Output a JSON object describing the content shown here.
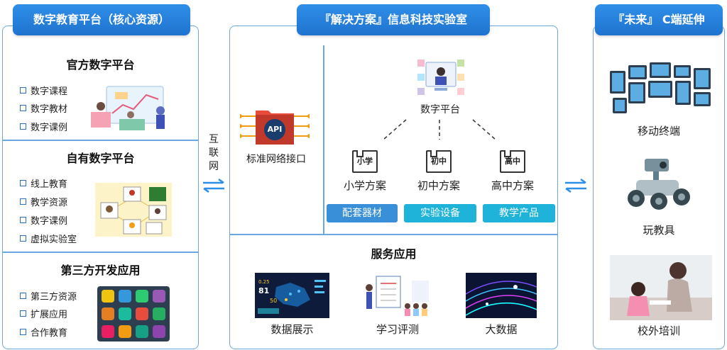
{
  "left": {
    "banner": "数字教育平台（核心资源）",
    "official": {
      "title": "官方数字平台",
      "items": [
        "数字课程",
        "数字教材",
        "数字课例"
      ]
    },
    "own": {
      "title": "自有数字平台",
      "items": [
        "线上教育",
        "教学资源",
        "数字课例",
        "虚拟实验室"
      ]
    },
    "third": {
      "title": "第三方开发应用",
      "items": [
        "第三方资源",
        "扩展应用",
        "合作教育"
      ]
    }
  },
  "connector_left": "互联网",
  "center": {
    "banner": "『解决方案』信息科技实验室",
    "api_label": "标准网络接口",
    "api_text": "API",
    "platform_label": "数字平台",
    "schools": [
      {
        "icon": "小学",
        "label": "小学方案"
      },
      {
        "icon": "初中",
        "label": "初中方案"
      },
      {
        "icon": "高中",
        "label": "高中方案"
      }
    ],
    "pills": [
      "配套器材",
      "实验设备",
      "教学产品"
    ],
    "service_title": "服务应用",
    "services": [
      "数据展示",
      "学习评测",
      "大数据"
    ],
    "dashboard_numbers": [
      "0.25",
      "81",
      "50"
    ]
  },
  "right": {
    "banner": "『未来』 C端延伸",
    "items": [
      "移动终端",
      "玩教具",
      "校外培训"
    ]
  },
  "colors": {
    "banner": "#2279d6",
    "panel_border": "#6aa7df",
    "pill_dark": "#3a8fd9",
    "pill_light": "#1fb3d9"
  }
}
